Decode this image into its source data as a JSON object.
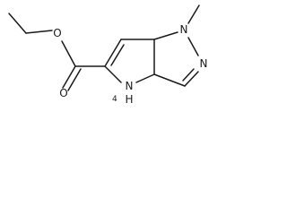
{
  "molecule": {
    "atoms": {
      "ester_o_single": "O",
      "ester_o_double": "O",
      "n1": "N",
      "n2": "N",
      "nh": "N",
      "nh_h": "H",
      "nh_h_count": "4"
    }
  },
  "colors": {
    "bond": "#1a1a1a",
    "background": "#ffffff"
  }
}
